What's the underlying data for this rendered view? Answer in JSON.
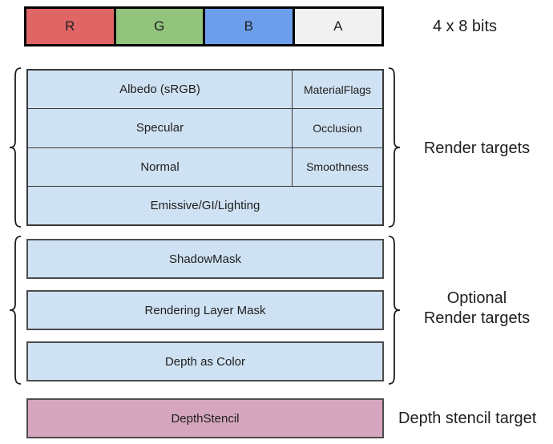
{
  "diagram": {
    "bits_bar": {
      "caption": "4 x 8 bits",
      "channels": [
        {
          "label": "R",
          "color": "#e06666"
        },
        {
          "label": "G",
          "color": "#93c47d"
        },
        {
          "label": "B",
          "color": "#6d9eeb"
        },
        {
          "label": "A",
          "color": "#f1f1f1"
        }
      ]
    },
    "render_targets": {
      "label": "Render targets",
      "fill": "#cfe2f3",
      "rows": [
        {
          "main": "Albedo (sRGB)",
          "alpha": "MaterialFlags"
        },
        {
          "main": "Specular",
          "alpha": "Occlusion"
        },
        {
          "main": "Normal",
          "alpha": "Smoothness"
        },
        {
          "main": "Emissive/GI/Lighting"
        }
      ]
    },
    "optional_render_targets": {
      "label_line1": "Optional",
      "label_line2": "Render targets",
      "fill": "#cfe2f3",
      "rows": [
        "ShadowMask",
        "Rendering Layer Mask",
        "Depth as Color"
      ]
    },
    "depth_stencil": {
      "box_label": "DepthStencil",
      "caption": "Depth stencil target",
      "fill": "#d5a6bd"
    }
  }
}
